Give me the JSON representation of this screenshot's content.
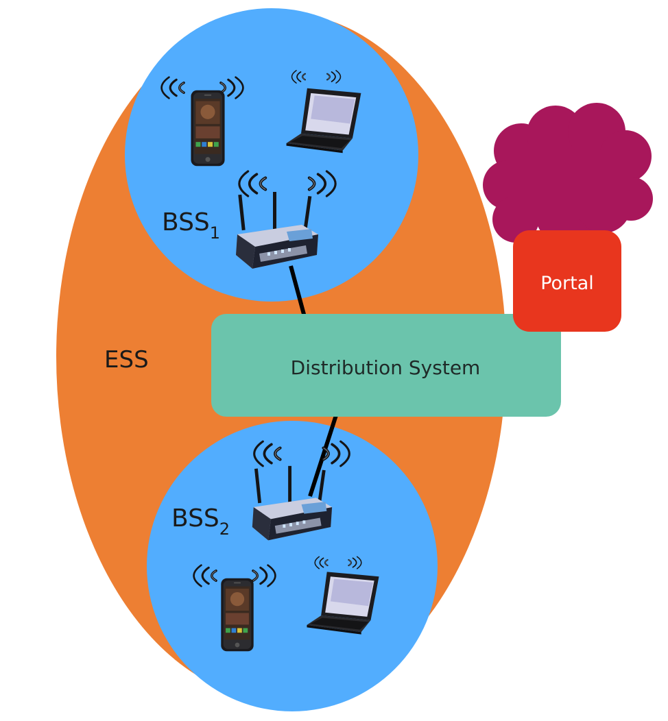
{
  "labels": {
    "ess": "ESS",
    "bss1_main": "BSS",
    "bss1_sub": "1",
    "bss2_main": "BSS",
    "bss2_sub": "2",
    "distribution_system": "Distribution System",
    "portal": "Portal"
  },
  "colors": {
    "ess": "#ed7f33",
    "bss": "#52adfe",
    "distribution_system": "#6bc4ac",
    "portal": "#e8361e",
    "internet_cloud": "#a8175b",
    "device_dark": "#1e1e22",
    "router_body": "#a8aec2",
    "link": "#000000"
  },
  "icons": [
    "smartphone-icon",
    "laptop-icon",
    "wireless-router-icon",
    "wifi-waves-icon",
    "cloud-icon"
  ]
}
